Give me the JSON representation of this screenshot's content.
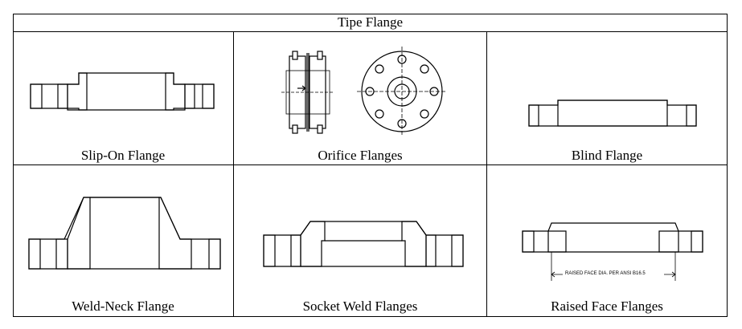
{
  "table": {
    "title": "Tipe Flange",
    "cells": [
      {
        "caption": "Slip-On Flange",
        "icon": "slip-on-flange-drawing"
      },
      {
        "caption": "Orifice Flanges",
        "icon": "orifice-flange-drawing"
      },
      {
        "caption": "Blind Flange",
        "icon": "blind-flange-drawing"
      },
      {
        "caption": "Weld-Neck Flange",
        "icon": "weld-neck-flange-drawing"
      },
      {
        "caption": "Socket Weld Flanges",
        "icon": "socket-weld-flange-drawing"
      },
      {
        "caption": "Raised Face Flanges",
        "icon": "raised-face-flange-drawing"
      }
    ],
    "annotation": "RAISED FACE DIA. PER ANSI B16.5"
  }
}
